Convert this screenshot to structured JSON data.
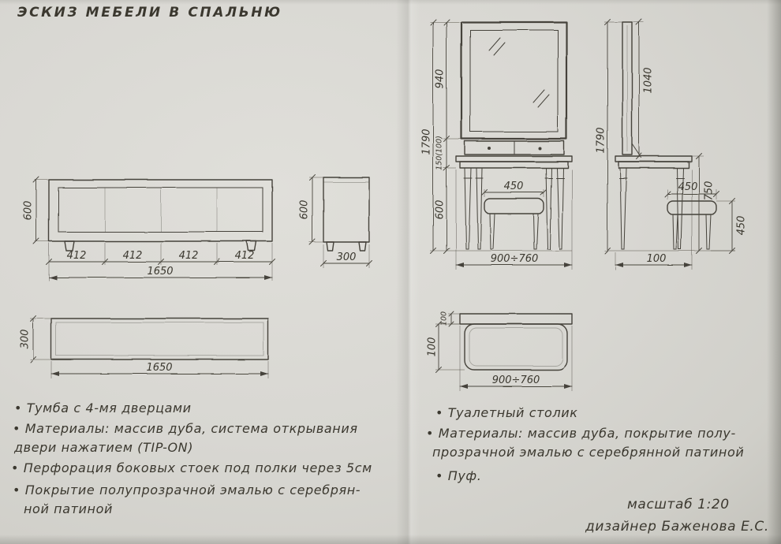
{
  "colors": {
    "paper": "#d8d7d2",
    "ink": "#45423a"
  },
  "title": "ЭСКИЗ МЕБЕЛИ В СПАЛЬНЮ",
  "cabinet": {
    "front": {
      "height": "600",
      "seg1": "412",
      "seg2": "412",
      "seg3": "412",
      "seg4": "412",
      "total": "1650"
    },
    "side": {
      "height": "600",
      "depth": "300"
    },
    "top": {
      "depth": "300",
      "width": "1650"
    }
  },
  "table": {
    "front": {
      "total_height": "1790",
      "mirror_height": "940",
      "apron_height": "150(100)",
      "leg_height": "600",
      "stool_width": "450",
      "width": "900÷760"
    },
    "side": {
      "total_height": "1790",
      "upper_height": "1040",
      "table_height": "750",
      "stool_width": "450",
      "stool_height": "450",
      "depth": "100"
    },
    "top": {
      "band_depth": "100",
      "top_depth": "100",
      "width": "900÷760"
    }
  },
  "notes_left": {
    "line1": "• Тумба с 4-мя дверцами",
    "line2": "• Материалы: массив дуба, система открывания",
    "line3": "двери нажатием (TIP-ON)",
    "line4": "• Перфорация боковых стоек под полки через 5см",
    "line5": "• Покрытие полупрозрачной эмалью с серебрян-",
    "line6": "ной патиной"
  },
  "notes_right": {
    "line1": "• Туалетный столик",
    "line2": "• Материалы: массив дуба, покрытие полу-",
    "line3": "прозрачной эмалью с серебрянной патиной",
    "line4": "• Пуф."
  },
  "footer": {
    "scale": "масштаб 1:20",
    "designer": "дизайнер Баженова Е.С."
  }
}
